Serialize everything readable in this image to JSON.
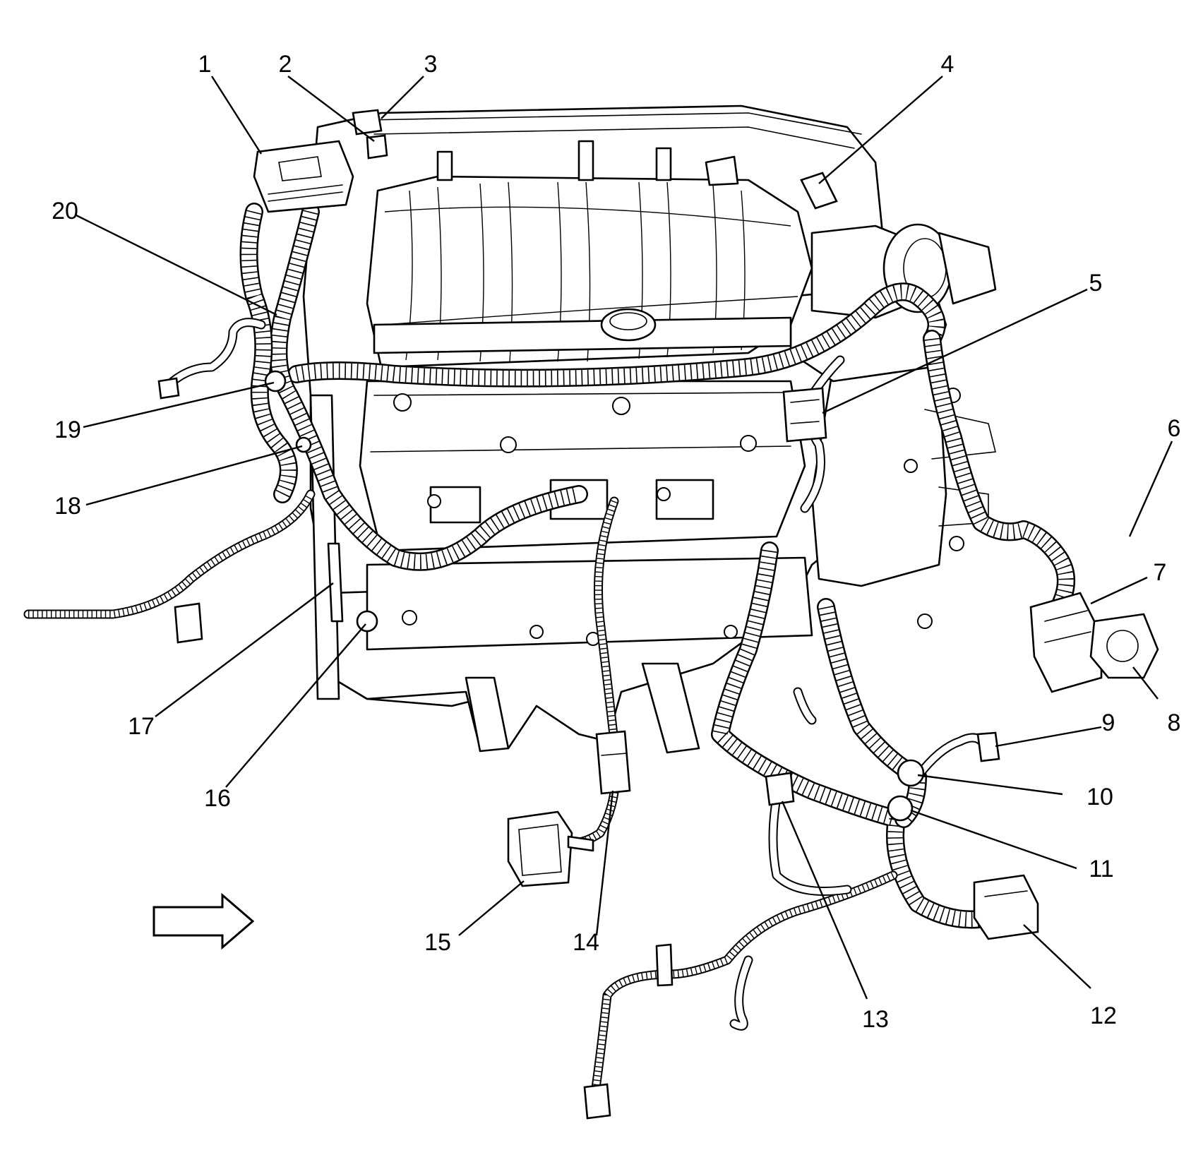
{
  "callouts": [
    {
      "id": 1,
      "label": "1"
    },
    {
      "id": 2,
      "label": "2"
    },
    {
      "id": 3,
      "label": "3"
    },
    {
      "id": 4,
      "label": "4"
    },
    {
      "id": 5,
      "label": "5"
    },
    {
      "id": 6,
      "label": "6"
    },
    {
      "id": 7,
      "label": "7"
    },
    {
      "id": 8,
      "label": "8"
    },
    {
      "id": 9,
      "label": "9"
    },
    {
      "id": 10,
      "label": "10"
    },
    {
      "id": 11,
      "label": "11"
    },
    {
      "id": 12,
      "label": "12"
    },
    {
      "id": 13,
      "label": "13"
    },
    {
      "id": 14,
      "label": "14"
    },
    {
      "id": 15,
      "label": "15"
    },
    {
      "id": 16,
      "label": "16"
    },
    {
      "id": 17,
      "label": "17"
    },
    {
      "id": 18,
      "label": "18"
    },
    {
      "id": 19,
      "label": "19"
    },
    {
      "id": 20,
      "label": "20"
    }
  ],
  "icons": {
    "direction_arrow": "front-direction-arrow-icon"
  }
}
